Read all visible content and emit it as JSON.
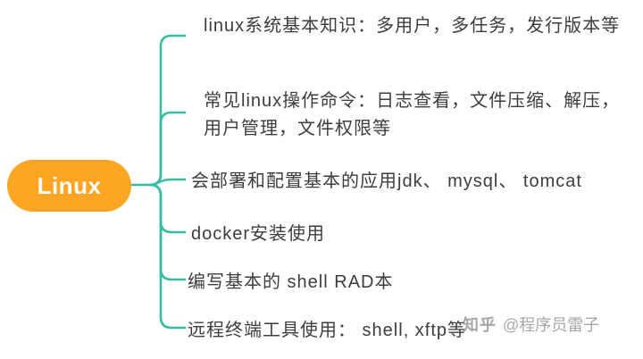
{
  "root": {
    "label": "Linux"
  },
  "branches": [
    {
      "label": "linux系统基本知识：多用户，多任务，发行版本等"
    },
    {
      "label": "常见linux操作命令：日志查看，文件压缩、解压，用户管理，文件权限等"
    },
    {
      "label": "会部署和配置基本的应用jdk、 mysql、 tomcat"
    },
    {
      "label": "docker安装使用"
    },
    {
      "label": "编写基本的 shell RAD本"
    },
    {
      "label": "远程终端工具使用： shell, xftp等"
    }
  ],
  "watermark": {
    "logo": "知乎",
    "author": "@程序员雷子"
  },
  "colors": {
    "root_fill": "#FFA524",
    "root_text": "#FFFFFF",
    "branch_line": "#35BDA2",
    "text": "#3D3D3D",
    "watermark": "#9B9B9B"
  }
}
